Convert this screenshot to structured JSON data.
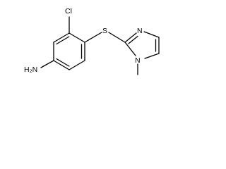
{
  "molecule": {
    "atoms": {
      "chlorine": "Cl",
      "sulfur": "S",
      "imidazole_n3": "N",
      "imidazole_n1": "N",
      "amine": "H₂N"
    },
    "colors": {
      "bond": "#000000",
      "label": "#000000",
      "background": "#ffffff"
    }
  }
}
